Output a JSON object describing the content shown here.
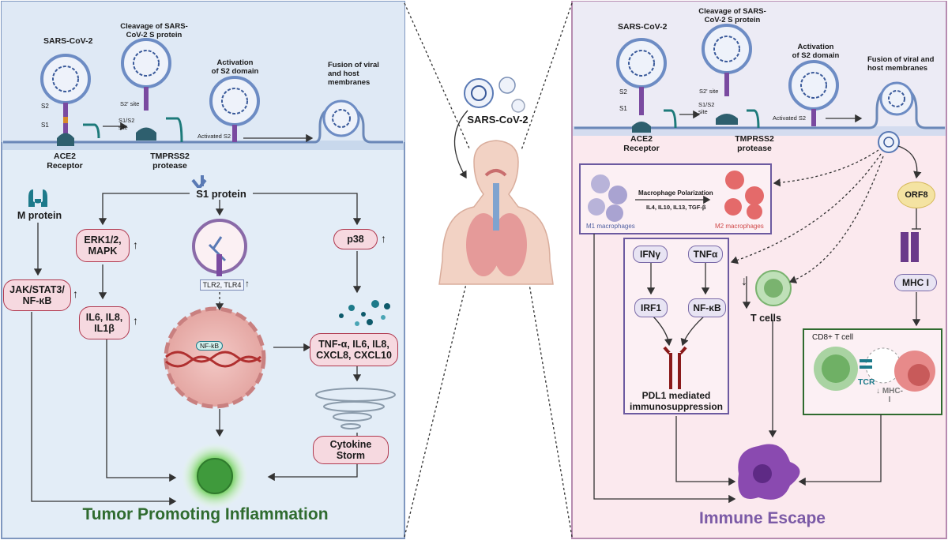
{
  "left_panel": {
    "title": "Tumor Promoting Inflammation",
    "title_color": "#2f6b2f",
    "entry": {
      "sars_cov_2": "SARS-CoV-2",
      "cleavage": "Cleavage of SARS-\nCoV-2 S protein",
      "activation": "Activation\nof S2 domain",
      "fusion": "Fusion of viral\nand host\nmembranes",
      "s2": "S2",
      "s1": "S1",
      "s2_prime_site": "S2' site",
      "s1s2_site": "S1/S2\nsite",
      "activated_s2": "Activated S2",
      "ace2": "ACE2\nReceptor",
      "tmprss2": "TMPRSS2\nprotease"
    },
    "m_protein": "M protein",
    "s1_protein": "S1 protein",
    "erk": "ERK1/2,\nMAPK",
    "jak": "JAK/STAT3/\nNF-κB",
    "il6": "IL6, IL8,\nIL1β",
    "p38": "p38",
    "tlr": "TLR2, TLR4",
    "nfkb_small": "NF-kB",
    "tnf": "TNF-α, IL6, IL8,\nCXCL8, CXCL10",
    "cytokine": "Cytokine\nStorm"
  },
  "center": {
    "virus_label": "SARS-CoV-2"
  },
  "right_panel": {
    "title": "Immune Escape",
    "title_color": "#7b5aa6",
    "entry": {
      "sars_cov_2": "SARS-CoV-2",
      "cleavage": "Cleavage of SARS-\nCoV-2 S protein",
      "activation": "Activation\nof S2 domain",
      "fusion": "Fusion of viral and\nhost membranes",
      "s2": "S2",
      "s1": "S1",
      "s2_prime_site": "S2' site",
      "s1s2_site": "S1/S2\nsite",
      "activated_s2": "Activated S2",
      "ace2": "ACE2\nReceptor",
      "tmprss2": "TMPRSS2\nprotease"
    },
    "macrophage_polarization": "Macrophage Polarization",
    "cytokine_list": "IL4, IL10, IL13, TGF-β",
    "m1": "M1 macrophages",
    "m2": "M2 macrophages",
    "orf8": "ORF8",
    "mhc1": "MHC I",
    "ifng": "IFNγ",
    "tnfa": "TNFα",
    "irf1": "IRF1",
    "nfkb": "NF-κB",
    "pdl1": "PDL1 mediated\nimmunosuppression",
    "tcells": "T cells",
    "cd8": "CD8+ T cell",
    "tcr": "TCR",
    "mhc_down": "↓ MHC-\nI"
  }
}
